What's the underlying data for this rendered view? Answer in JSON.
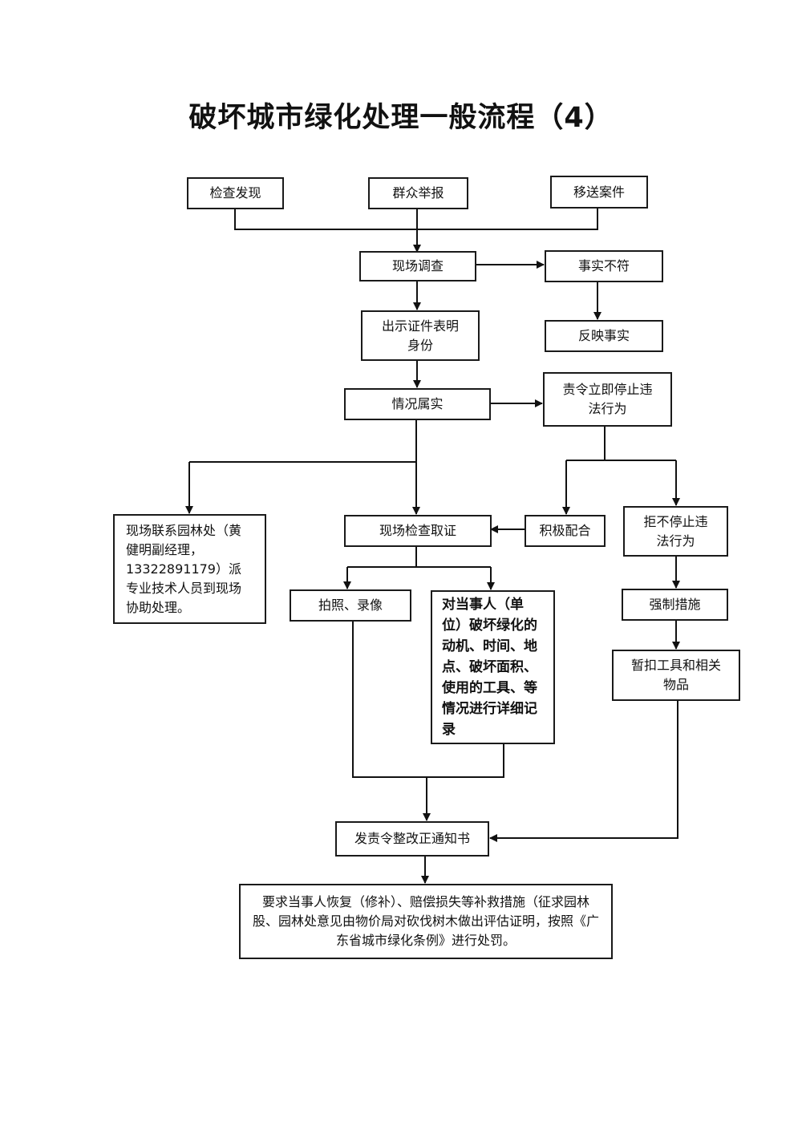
{
  "title": "破坏城市绿化处理一般流程（4）",
  "nodes": {
    "inspect": "检查发现",
    "report": "群众举报",
    "transfer": "移送案件",
    "survey": "现场调查",
    "mismatch": "事实不符",
    "show_id": "出示证件表明身份",
    "feedback": "反映事实",
    "verified": "情况属实",
    "order_stop": "责令立即停止违法行为",
    "contact_garden": "现场联系园林处（黄健明副经理，13322891179）派专业技术人员到现场协助处理。",
    "evidence": "现场检查取证",
    "cooperate": "积极配合",
    "refuse": "拒不停止违法行为",
    "photo": "拍照、录像",
    "record": "对当事人（单位）破坏绿化的动机、时间、地点、破坏面积、使用的工具、等情况进行详细记录",
    "force": "强制措施",
    "seize": "暂扣工具和相关物品",
    "notice": "发责令整改正通知书",
    "final": "要求当事人恢复（修补）、赔偿损失等补救措施（征求园林股、园林处意见由物价局对砍伐树木做出评估证明，按照《广东省城市绿化条例》进行处罚。"
  }
}
